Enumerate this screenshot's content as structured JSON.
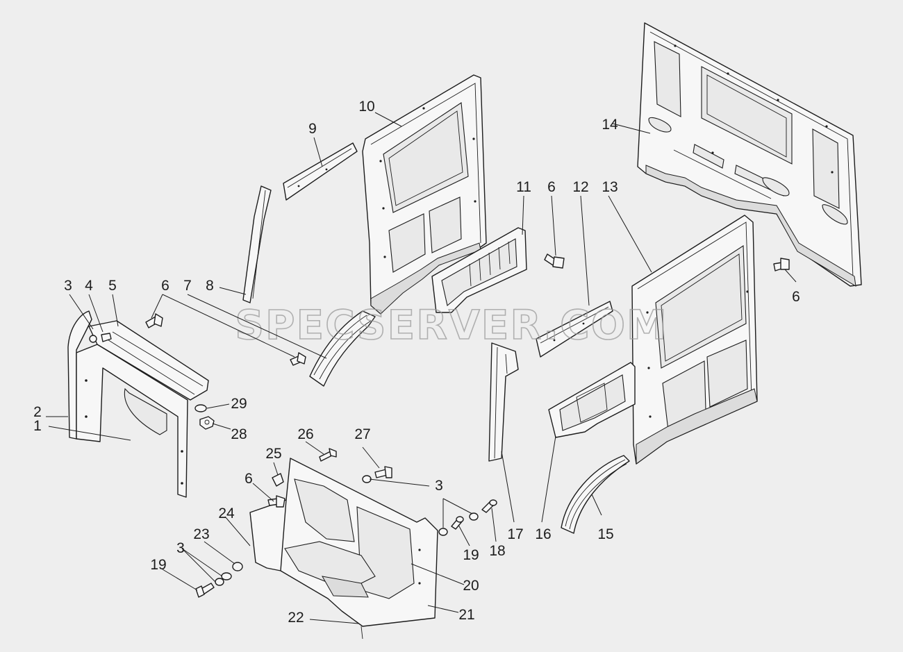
{
  "watermark": "SPECSERVER.COM",
  "callouts": [
    {
      "id": "c-1",
      "text": "1"
    },
    {
      "id": "c-2",
      "text": "2"
    },
    {
      "id": "c-3a",
      "text": "3"
    },
    {
      "id": "c-4",
      "text": "4"
    },
    {
      "id": "c-5",
      "text": "5"
    },
    {
      "id": "c-6a",
      "text": "6"
    },
    {
      "id": "c-7",
      "text": "7"
    },
    {
      "id": "c-8",
      "text": "8"
    },
    {
      "id": "c-9",
      "text": "9"
    },
    {
      "id": "c-10",
      "text": "10"
    },
    {
      "id": "c-11",
      "text": "11"
    },
    {
      "id": "c-6b",
      "text": "6"
    },
    {
      "id": "c-12",
      "text": "12"
    },
    {
      "id": "c-13",
      "text": "13"
    },
    {
      "id": "c-14",
      "text": "14"
    },
    {
      "id": "c-6c",
      "text": "6"
    },
    {
      "id": "c-29",
      "text": "29"
    },
    {
      "id": "c-28",
      "text": "28"
    },
    {
      "id": "c-26",
      "text": "26"
    },
    {
      "id": "c-27",
      "text": "27"
    },
    {
      "id": "c-25",
      "text": "25"
    },
    {
      "id": "c-6d",
      "text": "6"
    },
    {
      "id": "c-3b",
      "text": "3"
    },
    {
      "id": "c-24",
      "text": "24"
    },
    {
      "id": "c-23",
      "text": "23"
    },
    {
      "id": "c-3c",
      "text": "3"
    },
    {
      "id": "c-19a",
      "text": "19"
    },
    {
      "id": "c-19b",
      "text": "19"
    },
    {
      "id": "c-18",
      "text": "18"
    },
    {
      "id": "c-17",
      "text": "17"
    },
    {
      "id": "c-16",
      "text": "16"
    },
    {
      "id": "c-15",
      "text": "15"
    },
    {
      "id": "c-20",
      "text": "20"
    },
    {
      "id": "c-21",
      "text": "21"
    },
    {
      "id": "c-22",
      "text": "22"
    }
  ]
}
